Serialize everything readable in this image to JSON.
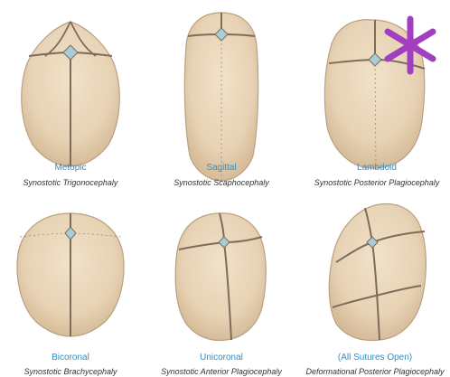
{
  "colors": {
    "skull_fill": "#e7d2b4",
    "skull_edge": "#b9a081",
    "suture": "#7d6c5a",
    "fontanelle": "#a9cdd8",
    "label_blue": "#2e8fc7",
    "label_dark": "#333333",
    "asterisk": "#a23fc1"
  },
  "panels": [
    {
      "suture": "Metopic",
      "condition": "Synostotic Trigonocephaly"
    },
    {
      "suture": "Sagittal",
      "condition": "Synostotic Scaphocephaly"
    },
    {
      "suture": "Lambdoid",
      "condition": "Synostotic Posterior Plagiocephaly"
    },
    {
      "suture": "Bicoronal",
      "condition": "Synostotic Brachycephaly"
    },
    {
      "suture": "Unicoronal",
      "condition": "Synostotic Anterior Plagiocephaly"
    },
    {
      "suture": "(All Sutures Open)",
      "condition": "Deformational Posterior Plagiocephaly"
    }
  ],
  "marker": {
    "icon": "asterisk-icon"
  }
}
